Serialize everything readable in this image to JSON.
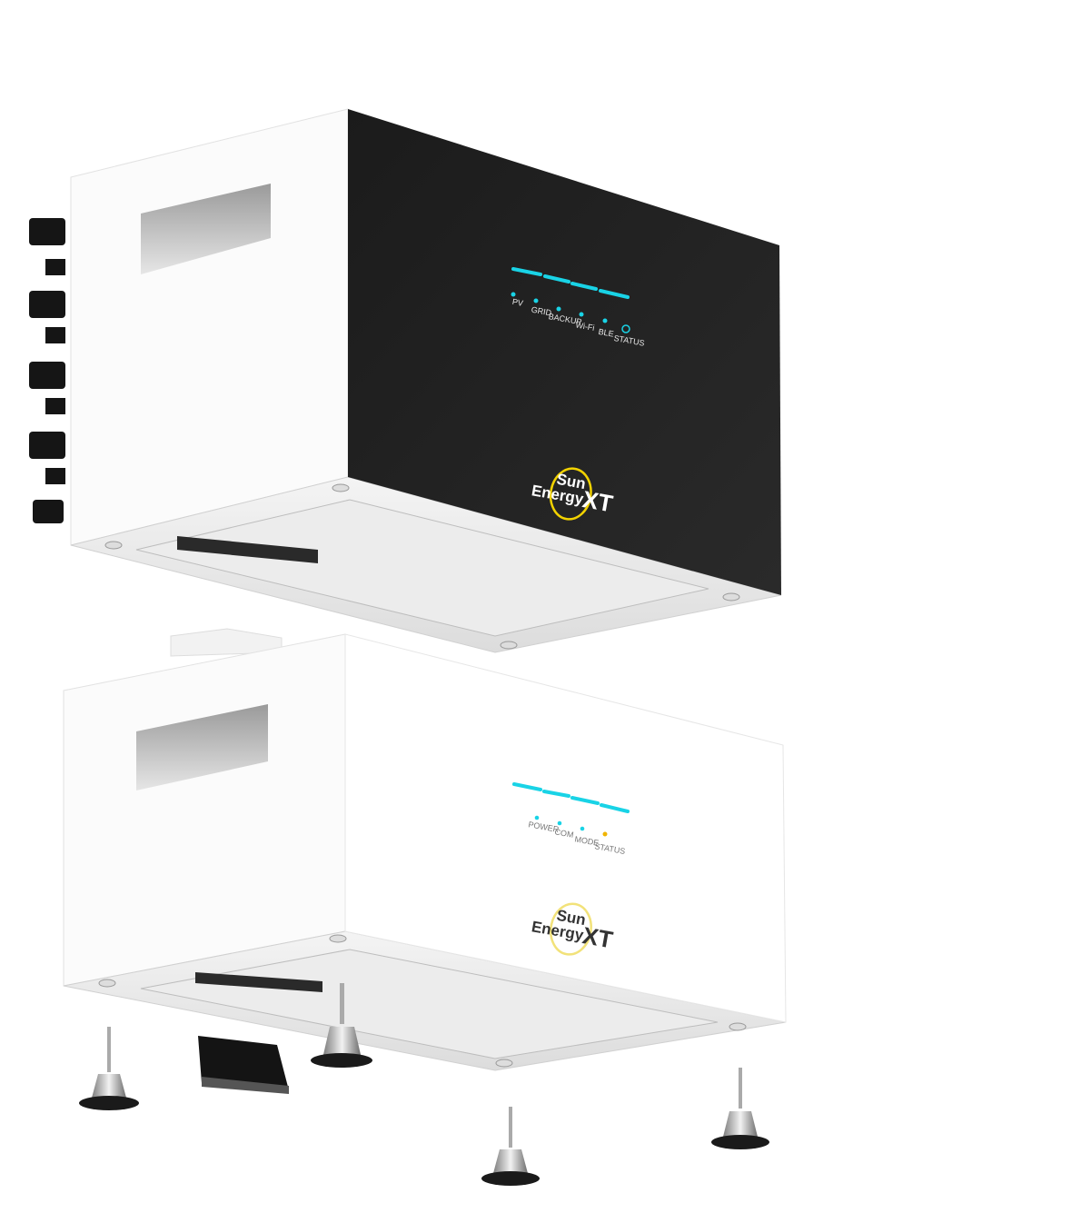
{
  "inverter": {
    "indicators": [
      "PV",
      "GRID",
      "BACKUP",
      "Wi-Fi",
      "BLE",
      "STATUS"
    ],
    "logo_line1": "Sun",
    "logo_line2": "Energy",
    "logo_suffix": "XT"
  },
  "battery": {
    "indicators": [
      "POWER",
      "COM",
      "MODE",
      "STATUS"
    ],
    "logo_line1": "Sun",
    "logo_line2": "Energy",
    "logo_suffix": "XT"
  },
  "colors": {
    "led_cyan": "#19d3e6",
    "status_amber": "#f0b400",
    "logo_ring": "#f2d200"
  }
}
